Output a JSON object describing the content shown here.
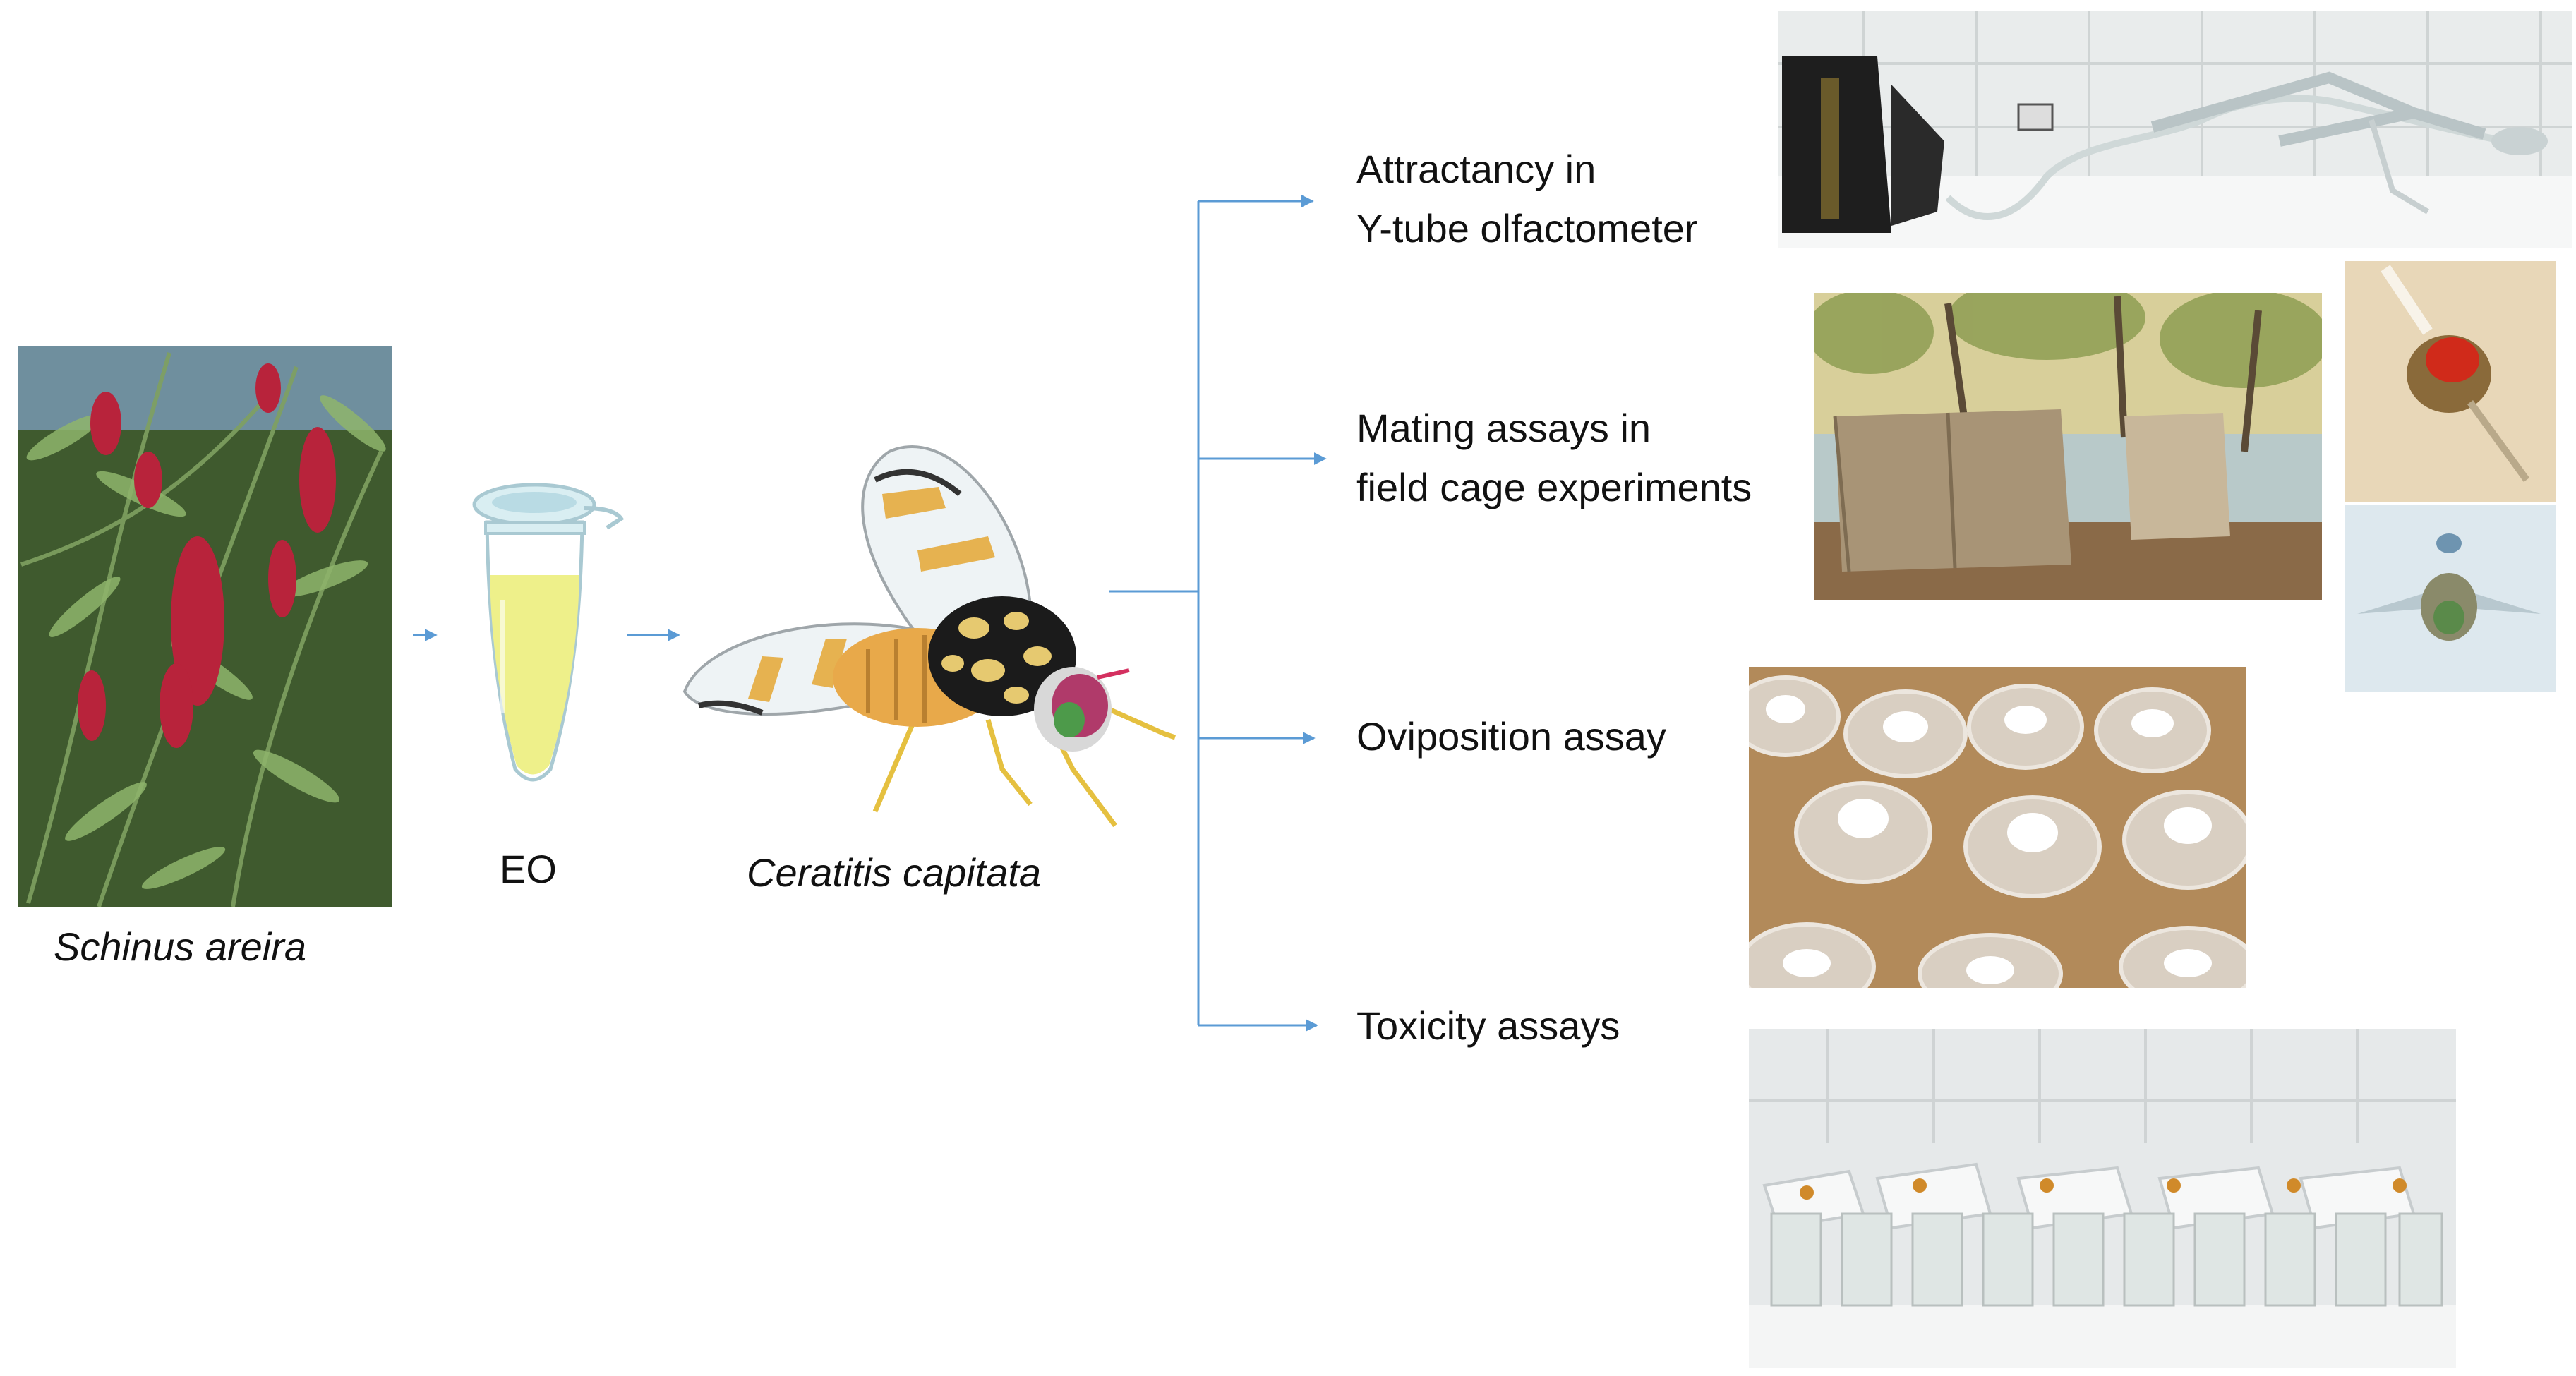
{
  "source": {
    "species_label": "Schinus areira",
    "image": {
      "subject": "pepper tree branches with red berry clusters",
      "colors": {
        "foliage": "#4f6b3a",
        "berries": "#b8233b"
      }
    }
  },
  "extract": {
    "label": "EO",
    "image": {
      "subject": "microcentrifuge tube with yellow essential oil",
      "colors": {
        "liquid": "#eef08a",
        "tube": "#d9eef2"
      }
    }
  },
  "insect": {
    "species_label": "Ceratitis capitata",
    "image": {
      "subject": "illustration of the Mediterranean fruit fly",
      "colors": {
        "body": "#e8a94a",
        "thorax": "#1b1b1b",
        "wing_band": "#e6b250"
      }
    }
  },
  "assays": [
    {
      "line1": "Attractancy in",
      "line2": "Y-tube olfactometer",
      "photo": {
        "subject": "glass Y-tube olfactometer setup with tubing and flowmeter on lab bench"
      }
    },
    {
      "line1": "Mating assays in",
      "line2": "field cage experiments",
      "photo": {
        "subject": "mesh field cages under trees"
      },
      "insets": [
        {
          "subject": "close-up of a fly on a glass surface"
        },
        {
          "subject": "fly viewed from below on pale background"
        }
      ]
    },
    {
      "line1": "Oviposition assay",
      "line2": "",
      "photo": {
        "subject": "plastic cups with cotton and fruit pieces"
      }
    },
    {
      "line1": "Toxicity assays",
      "line2": "",
      "photo": {
        "subject": "rows of glass vials with gauze covers on a tiled lab bench"
      }
    }
  ],
  "colors": {
    "arrow": "#5b9bd5",
    "text": "#111111"
  }
}
